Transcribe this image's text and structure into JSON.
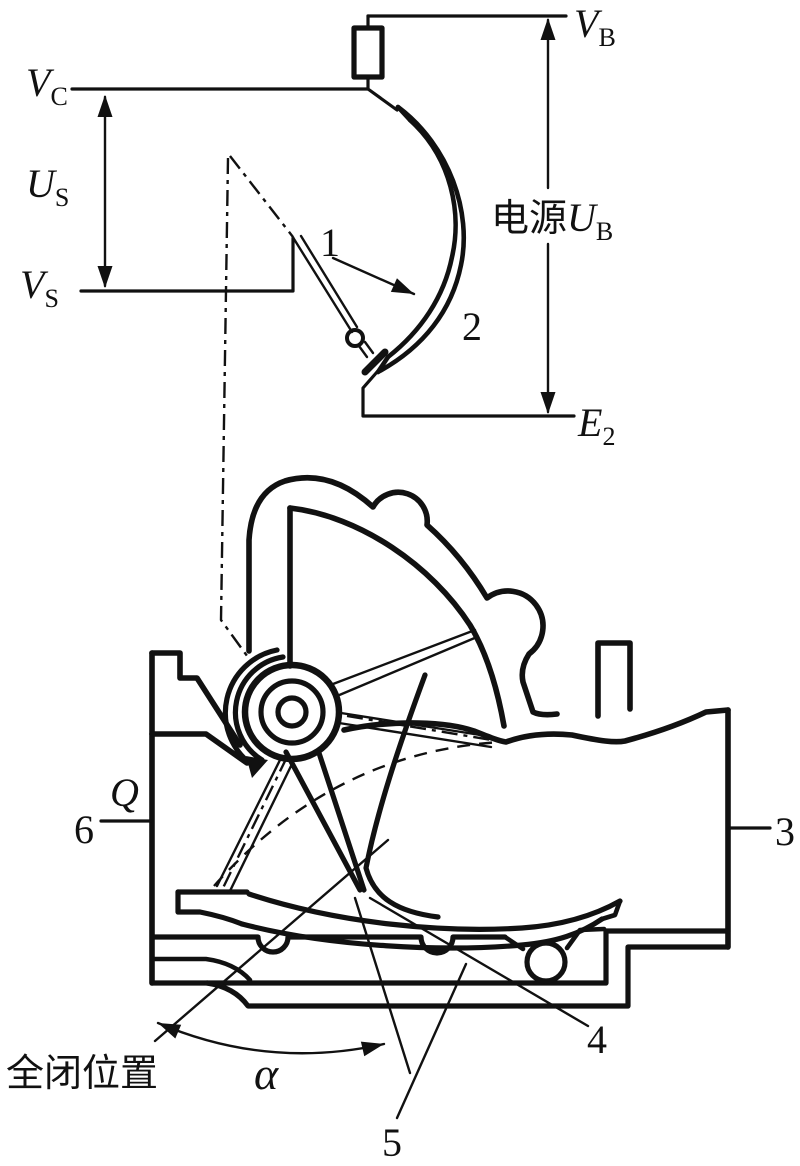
{
  "schematic": {
    "supply_label": {
      "prefix": "电源",
      "sym": "U",
      "sub": "B"
    },
    "vb": {
      "sym": "V",
      "sub": "B"
    },
    "vc": {
      "sym": "V",
      "sub": "C"
    },
    "vs": {
      "sym": "V",
      "sub": "S"
    },
    "us": {
      "sym": "U",
      "sub": "S"
    },
    "e2": {
      "sym": "E",
      "sub": "2"
    },
    "callouts": {
      "wiper": "1",
      "track": "2"
    }
  },
  "mechanism": {
    "flow_symbol": "Q",
    "angle_symbol": "α",
    "closed_position_label": "全闭位置",
    "callouts": {
      "housing": "3",
      "lever": "4",
      "strip": "5",
      "inlet": "6"
    }
  },
  "colors": {
    "ink": "#111111",
    "background": "#ffffff"
  }
}
